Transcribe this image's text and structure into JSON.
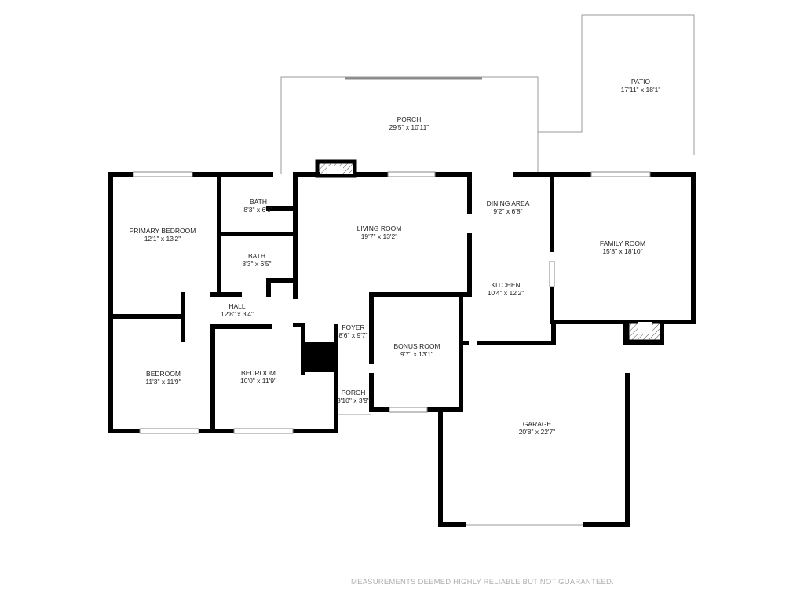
{
  "rooms": [
    {
      "name": "PORCH",
      "dims": "29'5\" x 10'11\""
    },
    {
      "name": "PATIO",
      "dims": "17'11\" x 18'1\""
    },
    {
      "name": "PRIMARY BEDROOM",
      "dims": "12'1\" x 13'2\""
    },
    {
      "name": "BATH",
      "dims": "8'3\" x 6'6\""
    },
    {
      "name": "BATH",
      "dims": "8'3\" x 6'5\""
    },
    {
      "name": "LIVING ROOM",
      "dims": "19'7\" x 13'2\""
    },
    {
      "name": "DINING AREA",
      "dims": "9'2\" x 6'8\""
    },
    {
      "name": "FAMILY ROOM",
      "dims": "15'8\" x 18'10\""
    },
    {
      "name": "KITCHEN",
      "dims": "10'4\" x 12'2\""
    },
    {
      "name": "HALL",
      "dims": "12'8\" x 3'4\""
    },
    {
      "name": "FOYER",
      "dims": "8'6\" x 9'7\""
    },
    {
      "name": "BONUS ROOM",
      "dims": "9'7\" x 13'1\""
    },
    {
      "name": "BEDROOM",
      "dims": "11'3\" x 11'9\""
    },
    {
      "name": "BEDROOM",
      "dims": "10'0\" x 11'9\""
    },
    {
      "name": "PORCH",
      "dims": "3'10\" x 3'9\""
    },
    {
      "name": "GARAGE",
      "dims": "20'8\" x 22'7\""
    }
  ],
  "footer": "MEASUREMENTS DEEMED HIGHLY RELIABLE BUT NOT GUARANTEED.",
  "colors": {
    "wall": "#000000",
    "outline": "#999999",
    "footer": "#b0b0b0"
  }
}
